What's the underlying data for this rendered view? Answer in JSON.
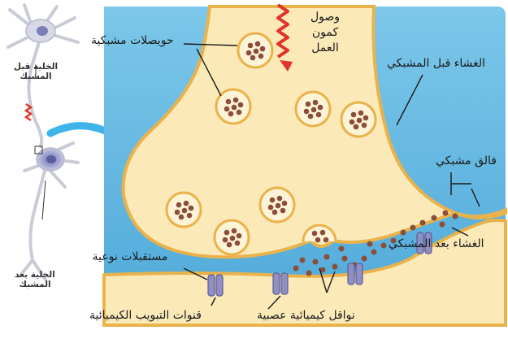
{
  "labels": {
    "presynaptic_cell": "الخلية قبل المشبك",
    "postsynaptic_cell": "الخلية بعد المشبك",
    "synaptic_vesicles": "حويصلات مشبكية",
    "action_potential": "وصول كمون العمل",
    "presynaptic_membrane": "الغشاء قبل المشبكي",
    "synaptic_cleft": "فالق مشبكي",
    "postsynaptic_membrane": "الغشاء بعد المشبكي",
    "specific_receptors": "مستقبلات نوعية",
    "chemical_gated_channels": "قنوات التبويب الكيميائية",
    "neurotransmitters": "نواقل كيميائية عصبية"
  },
  "colors": {
    "extracellular": "#5fb8e3",
    "terminal_fill": "#fbe9b8",
    "membrane": "#eab24b",
    "vesicle_fill": "#fdf3d6",
    "molecule": "#8c4d3b",
    "signal": "#e2332a",
    "channel": "#8f8fc4",
    "arrow": "#3db4ea"
  },
  "icons": {
    "action_potential_signal": "zigzag-arrow",
    "zoom_arrow": "curved-arrow"
  }
}
